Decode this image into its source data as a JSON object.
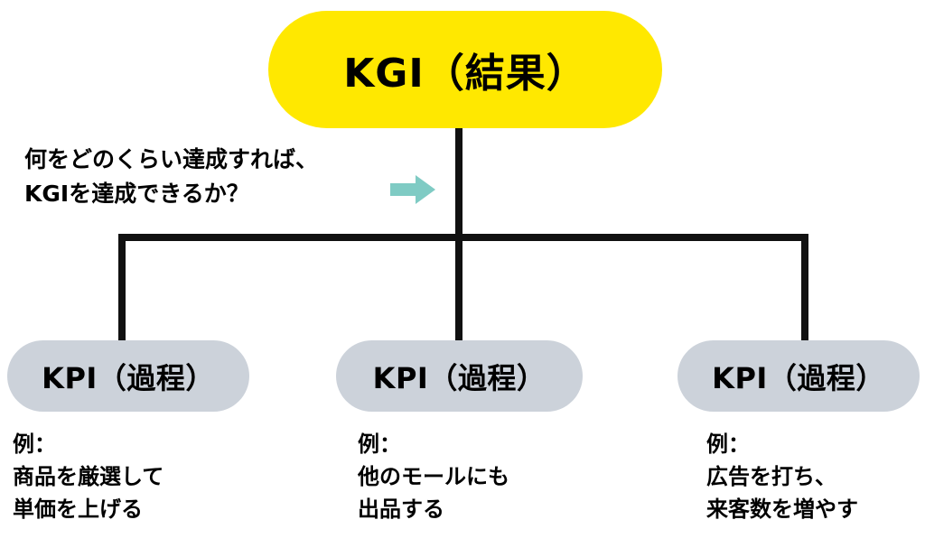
{
  "diagram": {
    "colors": {
      "kgi_fill": "#FFE800",
      "kpi_fill": "#CCD2DA",
      "connector": "#111111",
      "arrow": "#7FCBC4",
      "text": "#000000",
      "background": "#FFFFFF"
    },
    "root": {
      "label": "KGI（結果）"
    },
    "annotation": {
      "lines": [
        "何をどのくらい達成すれば、",
        "KGIを達成できるか？"
      ],
      "arrow_icon": "right-arrow-icon"
    },
    "branches": [
      {
        "node_label": "KPI（過程）",
        "example": {
          "lines": [
            "例：",
            "商品を厳選して",
            "単価を上げる"
          ]
        }
      },
      {
        "node_label": "KPI（過程）",
        "example": {
          "lines": [
            "例：",
            "他のモールにも",
            "出品する"
          ]
        }
      },
      {
        "node_label": "KPI（過程）",
        "example": {
          "lines": [
            "例：",
            "広告を打ち、",
            "来客数を増やす"
          ]
        }
      }
    ]
  }
}
